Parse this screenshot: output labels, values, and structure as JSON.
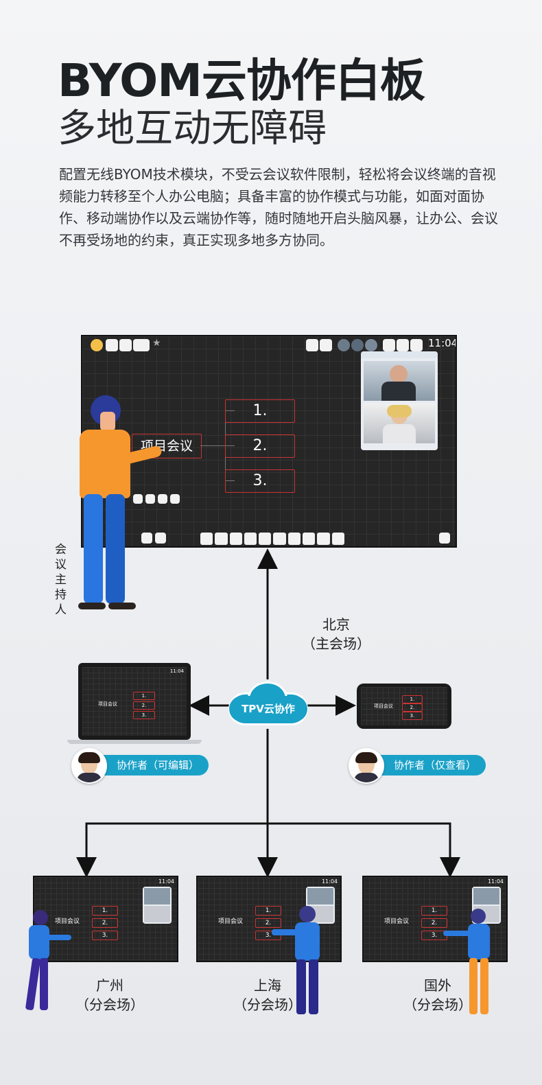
{
  "header": {
    "title": "BYOM云协作白板",
    "subtitle": "多地互动无障碍",
    "description": "配置无线BYOM技术模块，不受云会议软件限制，轻松将会议终端的音视频能力转移至个人办公电脑；具备丰富的协作模式与功能，如面对面协作、移动端协作以及云端协作等，随时随地开启头脑风暴，让办公、会议不再受场地的约束，真正实现多地多方协同。"
  },
  "main_board": {
    "clock": "11:04",
    "topic": "项目会议",
    "items": [
      "1.",
      "2.",
      "3."
    ]
  },
  "host_label": "会议主持人",
  "beijing": {
    "name": "北京",
    "role": "（主会场）"
  },
  "cloud": {
    "label": "TPV云协作"
  },
  "laptop": {
    "clock": "11:04",
    "topic": "项目会议",
    "items": [
      "1.",
      "2.",
      "3."
    ]
  },
  "phone": {
    "topic": "项目会议",
    "items": [
      "1.",
      "2.",
      "3."
    ]
  },
  "collaborators": {
    "editor": "协作者（可编辑）",
    "viewer": "协作者（仅查看）"
  },
  "venues": [
    {
      "name": "广州",
      "role": "（分会场）",
      "clock": "11:04",
      "topic": "项目会议",
      "items": [
        "1.",
        "2.",
        "3."
      ]
    },
    {
      "name": "上海",
      "role": "（分会场）",
      "clock": "11:04",
      "topic": "项目会议",
      "items": [
        "1.",
        "2.",
        "3."
      ]
    },
    {
      "name": "国外",
      "role": "（分会场）",
      "clock": "11:04",
      "topic": "项目会议",
      "items": [
        "1.",
        "2.",
        "3."
      ]
    }
  ],
  "colors": {
    "accent": "#1aa1c8",
    "board": "#262626",
    "node_border": "#cc3333"
  }
}
